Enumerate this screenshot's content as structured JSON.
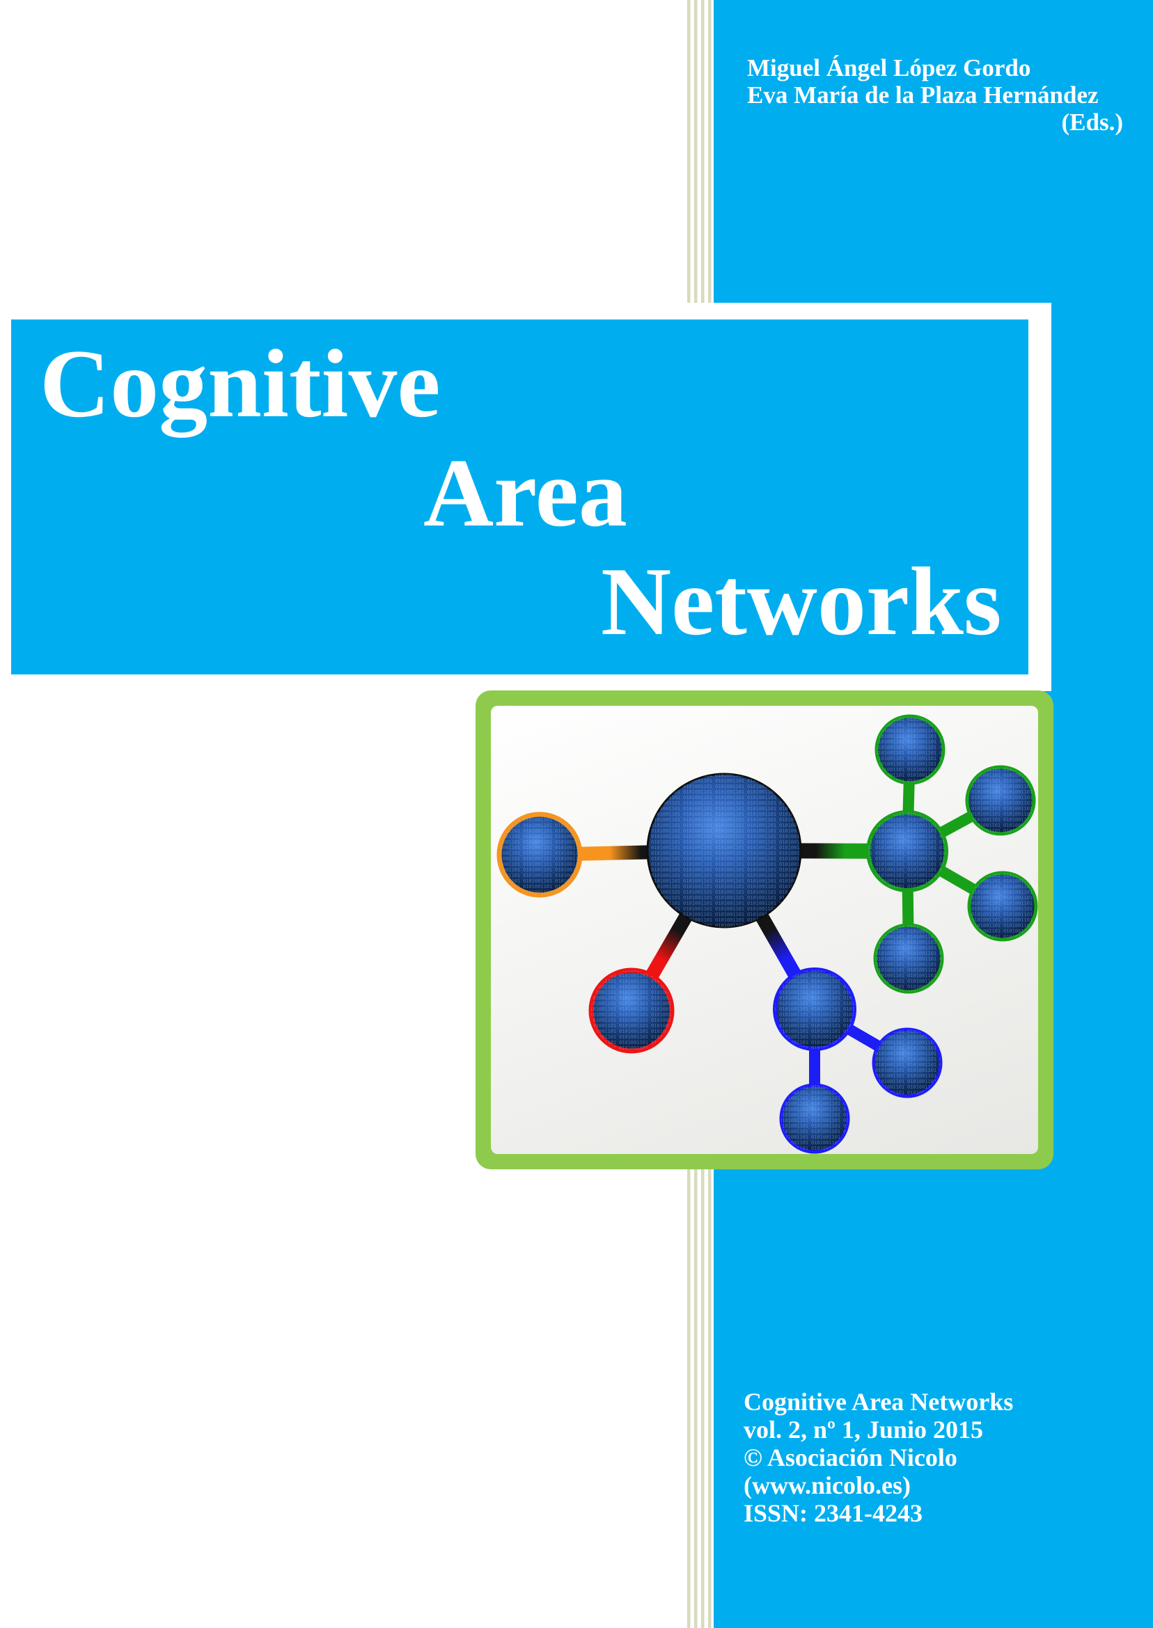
{
  "editors": {
    "line1": "Miguel Ángel López Gordo",
    "line2": "Eva María de la Plaza Hernández",
    "line3": "(Eds.)"
  },
  "title": {
    "line1": "Cognitive",
    "line2": "Area",
    "line3": "Networks"
  },
  "imprint": {
    "line1": "Cognitive Area Networks",
    "line2": "vol. 2, nº 1, Junio 2015",
    "line3": "© Asociación Nicolo",
    "line4": "(www.nicolo.es)",
    "line5": "ISSN: 2341-4243"
  },
  "colors": {
    "panel_blue": "#00aeef",
    "stripe_olive": "#d8dabd",
    "frame_green": "#8ecb4d",
    "link_green": "#18a018",
    "link_orange": "#f7941d",
    "link_red": "#ee1414",
    "link_blue": "#1d1df5",
    "link_black": "#141414",
    "text_white": "#ffffff"
  }
}
